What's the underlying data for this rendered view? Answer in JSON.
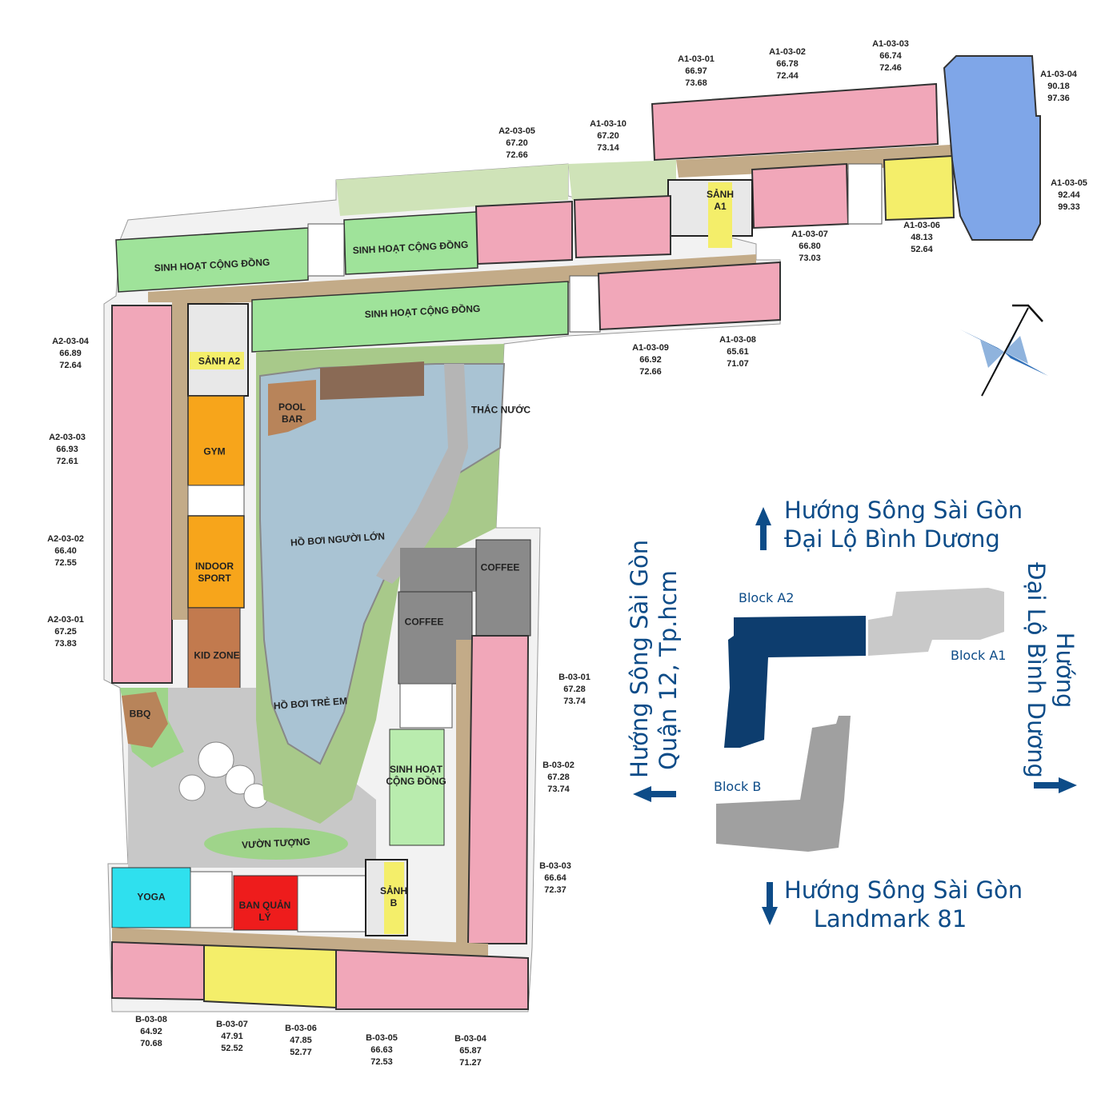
{
  "units": {
    "a1": [
      {
        "id": "A1-03-01",
        "net": "66.97",
        "gross": "73.68"
      },
      {
        "id": "A1-03-02",
        "net": "66.78",
        "gross": "72.44"
      },
      {
        "id": "A1-03-03",
        "net": "66.74",
        "gross": "72.46"
      },
      {
        "id": "A1-03-04",
        "net": "90.18",
        "gross": "97.36"
      },
      {
        "id": "A1-03-05",
        "net": "92.44",
        "gross": "99.33"
      },
      {
        "id": "A1-03-06",
        "net": "48.13",
        "gross": "52.64"
      },
      {
        "id": "A1-03-07",
        "net": "66.80",
        "gross": "73.03"
      },
      {
        "id": "A1-03-08",
        "net": "65.61",
        "gross": "71.07"
      },
      {
        "id": "A1-03-09",
        "net": "66.92",
        "gross": "72.66"
      },
      {
        "id": "A1-03-10",
        "net": "67.20",
        "gross": "73.14"
      }
    ],
    "a2": [
      {
        "id": "A2-03-01",
        "net": "67.25",
        "gross": "73.83"
      },
      {
        "id": "A2-03-02",
        "net": "66.40",
        "gross": "72.55"
      },
      {
        "id": "A2-03-03",
        "net": "66.93",
        "gross": "72.61"
      },
      {
        "id": "A2-03-04",
        "net": "66.89",
        "gross": "72.64"
      },
      {
        "id": "A2-03-05",
        "net": "67.20",
        "gross": "72.66"
      }
    ],
    "b": [
      {
        "id": "B-03-01",
        "net": "67.28",
        "gross": "73.74"
      },
      {
        "id": "B-03-02",
        "net": "67.28",
        "gross": "73.74"
      },
      {
        "id": "B-03-03",
        "net": "66.64",
        "gross": "72.37"
      },
      {
        "id": "B-03-04",
        "net": "65.87",
        "gross": "71.27"
      },
      {
        "id": "B-03-05",
        "net": "66.63",
        "gross": "72.53"
      },
      {
        "id": "B-03-06",
        "net": "47.85",
        "gross": "52.77"
      },
      {
        "id": "B-03-07",
        "net": "47.91",
        "gross": "52.52"
      },
      {
        "id": "B-03-08",
        "net": "64.92",
        "gross": "70.68"
      }
    ]
  },
  "amenities": {
    "community_1": "SINH HOẠT CỘNG ĐỒNG",
    "community_2": "SINH HOẠT CỘNG ĐỒNG",
    "community_3": "SINH HOẠT CỘNG ĐỒNG",
    "community_4_l1": "SINH HOẠT",
    "community_4_l2": "CỘNG ĐỒNG",
    "lobby_a1_l1": "SẢNH",
    "lobby_a1_l2": "A1",
    "lobby_a2": "SẢNH A2",
    "lobby_b_l1": "SẢNH",
    "lobby_b_l2": "B",
    "pool_bar_l1": "POOL",
    "pool_bar_l2": "BAR",
    "gym": "GYM",
    "indoor_sport_l1": "INDOOR",
    "indoor_sport_l2": "SPORT",
    "kid_zone": "KID ZONE",
    "waterfall": "THÁC NƯỚC",
    "adult_pool": "HỒ BƠI NGƯỜI LỚN",
    "kids_pool": "HỒ BƠI TRẺ EM",
    "coffee_1": "COFFEE",
    "coffee_2": "COFFEE",
    "bbq": "BBQ",
    "sculpture_garden": "VƯỜN TƯỢNG",
    "yoga": "YOGA",
    "management_l1": "BAN QUẢN",
    "management_l2": "LÝ"
  },
  "directions": {
    "top_l1": "Hướng Sông Sài Gòn",
    "top_l2": "Đại Lộ Bình Dương",
    "left_l1": "Hướng Sông Sài Gòn",
    "left_l2": "Quận 12, Tp.hcm",
    "right_l1": "Hướng",
    "right_l2": "Đại Lộ Bình Dương",
    "bottom_l1": "Hướng Sông Sài Gòn",
    "bottom_l2": "Landmark 81"
  },
  "key_plan": {
    "block_a2": "Block A2",
    "block_a1": "Block A1",
    "block_b": "Block B"
  },
  "colors": {
    "unit_standard": "#f1a7b9",
    "unit_large": "#7fa6e8",
    "unit_small": "#f4ee6a",
    "community": "#9fe39a",
    "corridor": "#c3ab88",
    "pool": "#a9c3d3",
    "gym": "#f7a51b",
    "kid_zone": "#c27a4e",
    "yoga": "#2fe0ee",
    "management": "#ee1c1c",
    "coffee": "#8a8a8a",
    "direction_text": "#0d4c88",
    "block_a2": "#0d3d6e",
    "block_a1": "#c9c9c9",
    "block_b": "#a0a0a0"
  }
}
